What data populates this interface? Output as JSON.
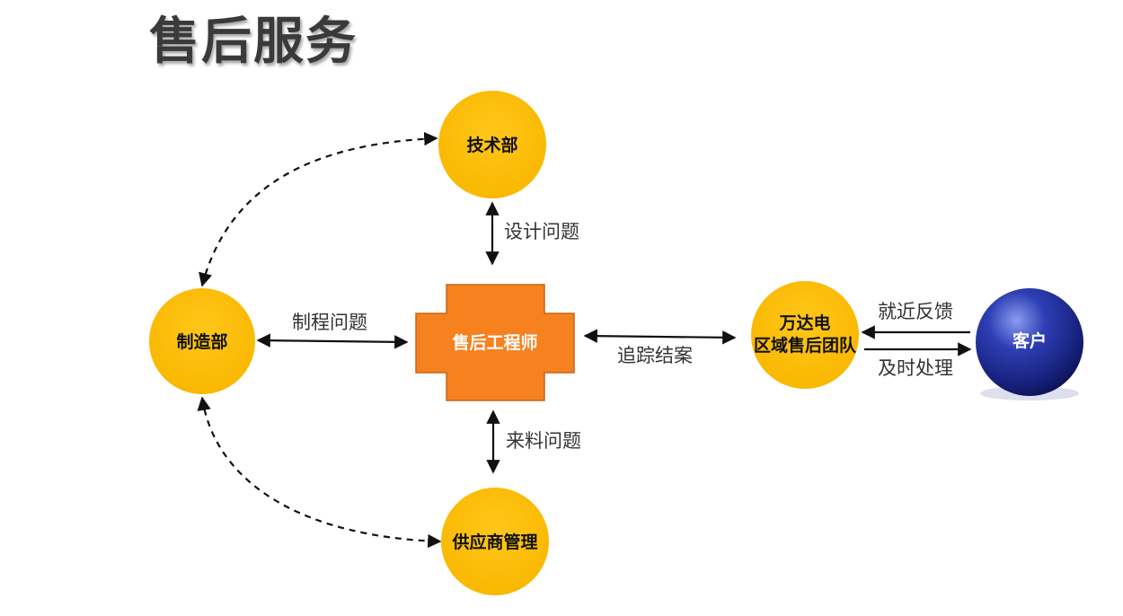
{
  "title": "售后服务",
  "nodes": {
    "tech": "技术部",
    "manufacturing": "制造部",
    "engineer": "售后工程师",
    "supplier": "供应商管理",
    "team_line1": "万达电",
    "team_line2": "区域售后团队",
    "customer": "客户"
  },
  "edges": {
    "design": "设计问题",
    "process": "制程问题",
    "tracking": "追踪结案",
    "material": "来料问题",
    "feedback": "就近反馈",
    "handling": "及时处理"
  },
  "colors": {
    "circle": "#fbbc00",
    "cross": "#f5821f",
    "cross_border": "#c8651a",
    "customer": "#1e2b8f",
    "title": "#3a3a3a"
  }
}
